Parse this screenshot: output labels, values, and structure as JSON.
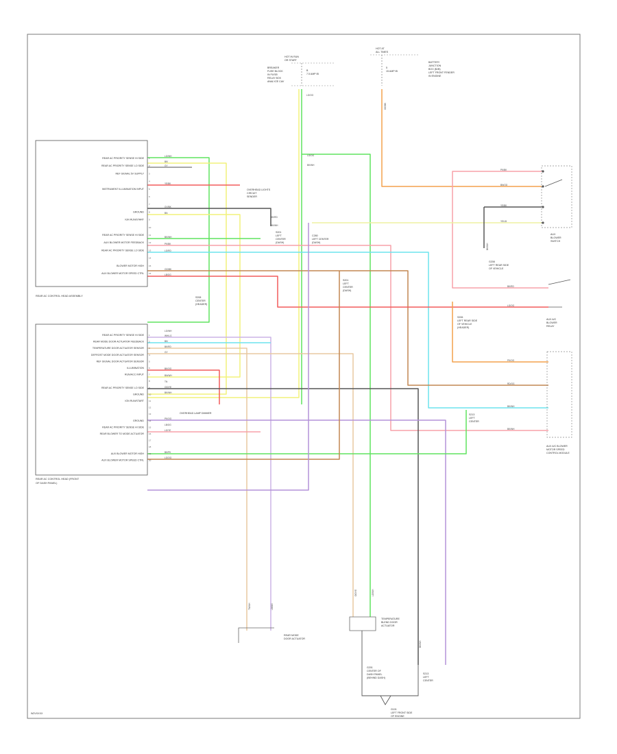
{
  "diagram_id": "W2VXXXX",
  "colors": {
    "lt_green": "#5fe35f",
    "yellow": "#f2f27a",
    "grey": "#8a8a8a",
    "pink": "#f7a0a8",
    "red": "#f25a5a",
    "orange": "#f3a04b",
    "brown": "#c28650",
    "cyan": "#6ce3ee",
    "tan": "#e8c8a0",
    "violet": "#b392d8",
    "lavender": "#cbb4e6",
    "black": "#555555",
    "lt_yellow": "#eef0a0"
  },
  "top_sources": {
    "hot_run": {
      "title": [
        "HOT IN RUN",
        "OR START"
      ],
      "side_lines": [
        "BREAKER",
        "FUSE BLOCK",
        "IN FUSE/",
        "RELAY BOX",
        "ANALYZE CAV"
      ],
      "fuse": [
        "B",
        "7.5 AMP IB"
      ],
      "wire": "LG/OG"
    },
    "hot_all": {
      "title": [
        "HOT AT",
        "ALL TIMES"
      ],
      "fuse": [
        "5",
        "15 AMP IB"
      ],
      "side_lines": [
        "BATTERY",
        "JUNCTION",
        "BOX (BJB)",
        "LEFT FRONT FENDER",
        "IN ENGINE"
      ],
      "wire": "OG/BK"
    }
  },
  "rear_module": {
    "pins": [
      "REAR AC PRIORITY SENSE HI SIDE",
      "REAR AC PRIORITY SENSE LO SIDE",
      "REF SIGNAL 5V SUPPLY",
      "",
      "INSTRUMENT ILLUMINATION INPUT",
      "",
      "",
      "GROUND",
      "IGN RUN/START",
      "",
      "REAR AC PRIORITY SENSE HI SIDE",
      "AUX BLOWER MOTOR FEEDBACK",
      "REAR AC PRIORITY SENSE LO SIDE",
      "",
      "BLOWER MOTOR HIGH",
      "AUX BLOWER MOTOR SPEED CTRL"
    ],
    "caption": "REAR AC CONTROL HEAD ASSEMBLY"
  },
  "front_module": {
    "pins": [
      "REAR AC PRIORITY SENSE HI SIDE",
      "REAR MODE DOOR ACTUATOR FEEDBACK",
      "TEMPERATURE DOOR ACTUATOR SENSOR",
      "DEFROST MODE DOOR ACTUATOR SENSOR",
      "REF SIGNAL DOOR ACTUATOR SENSOR",
      "ILLUMINATION",
      "RUN/ACC INPUT",
      "",
      "REAR AC PRIORITY SENSE LO SIDE",
      "GROUND",
      "IGN RUN/START",
      "",
      "",
      "GROUND",
      "REAR AC PRIORITY SENSE HI SIDE",
      "REAR BLOWER TO MODE ACTUATOR",
      "",
      "",
      "AUX BLOWER MOTOR HIGH",
      "AUX BLOWER MOTOR SPEED CTRL"
    ],
    "caption": [
      "REAR AC CONTROL HEAD (FRONT",
      "OF DASH PANEL)"
    ]
  },
  "labels": {
    "overhead_top": [
      "OVERHEAD LIGHTS",
      "CIRCUIT",
      "SENDER"
    ],
    "splice_right": [
      "S201",
      "LEFT",
      "CENTER",
      "(DASH)"
    ],
    "splice_mid": [
      "S201",
      "LEFT",
      "CENTER",
      "(DASH)"
    ],
    "overhead_mid": "OVERHEAD LAMP DIMMER",
    "splice_c280": [
      "C280",
      "LEFT CENTER",
      "(DASH)"
    ],
    "ground_ref": [
      "G208",
      "LEFT REAR SIDE",
      "OF VEHICLE"
    ],
    "aux_blower_switch": [
      "AUX",
      "BLOWER",
      "SWITCH"
    ],
    "aux_ac_relay": [
      "AUX A/C",
      "BLOWER",
      "RELAY"
    ],
    "aux_splice": [
      "S206",
      "LEFT REAR SIDE",
      "OF VEHICLE",
      "(HEADER)"
    ],
    "aux_motor": [
      "AUX A/C BLOWER",
      "MOTOR SPEED",
      "CONTROL MODULE"
    ],
    "splice_lower": [
      "S208",
      "CENTER",
      "(HEADER)"
    ],
    "rear_mode_door": [
      "REAR MODE",
      "DOOR ACTUATOR"
    ],
    "temperature_actuator": [
      "TEMPERATURE",
      "BLEND DOOR",
      "ACTUATOR"
    ],
    "g_bottom": [
      "G201",
      "CENTER OF",
      "DASH PANEL",
      "(BEHIND DASH)"
    ],
    "g_bottom2": [
      "S213",
      "LEFT",
      "CENTER"
    ],
    "g_bottom3": [
      "G101",
      "LEFT FRONT SIDE",
      "OF ENGINE"
    ]
  },
  "wire_codes": {
    "w1": "LG/WH",
    "w2": "BK/",
    "w3": "GY",
    "w4": "YE/BK",
    "w5": "GY/BK",
    "w6": "BN",
    "w7": "BK/WH",
    "w8": "PK/BK",
    "w9": "LG/RD",
    "w10": "OG/BK",
    "w11": "LB/OG",
    "w12": "BK/WH",
    "w13": "BK/RD",
    "w14": "PK/BK",
    "w15": "LG/OG",
    "f1": "LG/WH",
    "f2": "WH/LG",
    "f3": "BK/",
    "f4": "BK/RD",
    "f5": "GY",
    "f6": "BK/OG",
    "f7": "BN/WH",
    "f8": "TN",
    "f9": "OG/YE",
    "f10": "BK/WH",
    "f11": "PK/OG",
    "f12": "LB/OG",
    "f13": "LG/YE",
    "f14": "BK/PK",
    "r1": "PK/BK",
    "r2": "BN/OG",
    "r3": "YE/BK",
    "r4": "YE/LB",
    "r5": "BK/WH",
    "r6": "BK/WH",
    "r7": "BK/RD",
    "r8": "LG/OG",
    "r9": "PK/OG",
    "r10": "RD/OG",
    "b1": "TN/WH",
    "b2": "LB/OG",
    "b3": "OG/YE",
    "b4": "LG/WH",
    "b5": "BK/WH",
    "b6": "BK/WH",
    "hot_wire": "LG/OG",
    "hot_all_wire": "OG/BK",
    "bkwh": "BK/WH",
    "gnd_drop": "BK/WH"
  }
}
